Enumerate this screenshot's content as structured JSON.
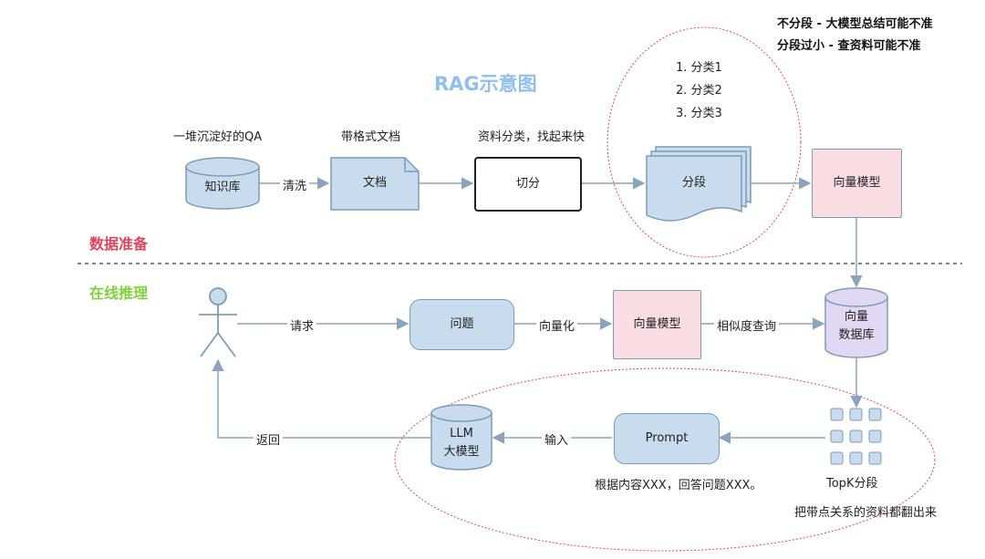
{
  "diagram": {
    "title": "RAG示意图",
    "sections": {
      "prep": "数据准备",
      "inference": "在线推理"
    },
    "top_notes": [
      "不分段 - 大模型总结可能不准",
      "分段过小 - 查资料可能不准"
    ],
    "captions": {
      "kb": "一堆沉淀好的QA",
      "doc": "带格式文档",
      "split": "资料分类，找起来快",
      "prompt": "根据内容XXX，回答问题XXX。",
      "topk_note": "把带点关系的资料都翻出来"
    },
    "category_list": [
      "1. 分类1",
      "2. 分类2",
      "3. 分类3"
    ],
    "nodes": {
      "kb": "知识库",
      "doc": "文档",
      "split": "切分",
      "segments": "分段",
      "embed_top": "向量模型",
      "question": "问题",
      "embed_mid": "向量模型",
      "vectordb": [
        "向量",
        "数据库"
      ],
      "topk": "TopK分段",
      "prompt": "Prompt",
      "llm": [
        "LLM",
        "大模型"
      ]
    },
    "edges": {
      "clean": "清洗",
      "request": "请求",
      "vectorize": "向量化",
      "similarity": "相似度查询",
      "input": "输入",
      "return": "返回"
    },
    "colors": {
      "node_fill": "#c8dced",
      "node_border": "#7e9bb5",
      "embed_fill": "#fadde3",
      "db_fill": "#e1d9f3",
      "arrow": "#8aa4bd",
      "highlight_ellipse": "#e0445c",
      "section_prep": "#e0445c",
      "section_infer": "#7fd13b",
      "title": "#8fbff0"
    }
  }
}
